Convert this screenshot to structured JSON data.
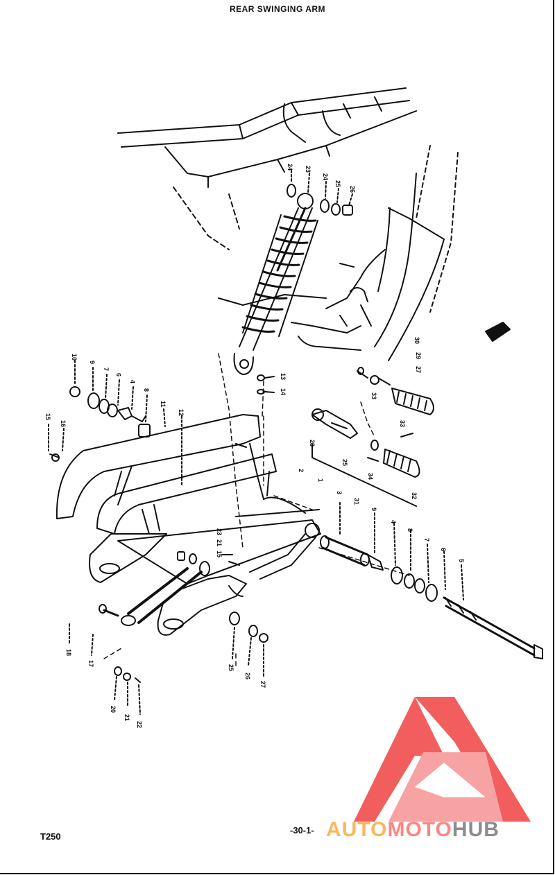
{
  "title": "REAR SWINGING ARM",
  "model": "T250",
  "page_number": "-30-1-",
  "watermark": {
    "part1": "AUTO",
    "part2": "MOTO",
    "part3": "HUB"
  },
  "colors": {
    "line": "#111111",
    "watermark_red": "#f25d5d",
    "watermark_orange": "#f6b85f",
    "watermark_grey": "#8c8c8c"
  },
  "callouts": {
    "shock_top_24a": "24",
    "shock_top_23": "23",
    "shock_top_24b": "24",
    "shock_top_25": "25",
    "shock_top_26": "26",
    "pivot_10": "10",
    "pivot_9": "9",
    "pivot_7": "7",
    "pivot_6": "6",
    "pivot_4": "4",
    "pivot_8": "8",
    "pivot_11": "11",
    "pivot_12": "12",
    "bolt_15": "15",
    "bolt_16": "16",
    "mid_13": "13",
    "mid_14": "14",
    "rear_30": "30",
    "rear_29": "29",
    "rear_27": "27",
    "rear_33": "33",
    "rear_33b": "33",
    "rear_28": "28",
    "rear_25": "25",
    "rear_34": "34",
    "rear_31": "31",
    "rear_32": "32",
    "arm_2": "2",
    "arm_1": "1",
    "arm_3": "3",
    "arm_9": "9",
    "arm_4": "4",
    "arm_8": "8",
    "arm_7": "7",
    "arm_6": "6",
    "arm_5": "5",
    "chain_23": "23",
    "chain_21": "21",
    "chain_15": "15",
    "bot_18": "18",
    "bot_17": "17",
    "bot_25": "25",
    "bot_26": "26",
    "bot_27": "27",
    "bot_20": "20",
    "bot_21": "21",
    "bot_22": "22"
  }
}
